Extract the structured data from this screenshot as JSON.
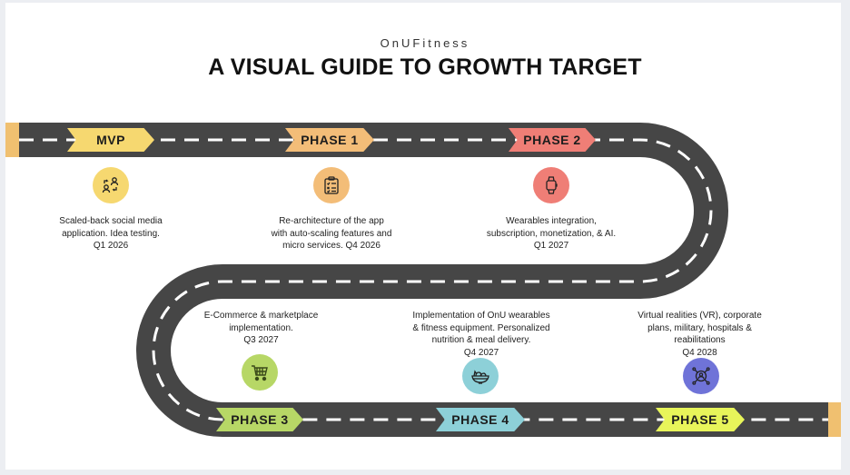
{
  "header": {
    "brand": "OnUFitness",
    "title": "A VISUAL GUIDE TO GROWTH TARGET"
  },
  "colors": {
    "road": "#464646",
    "dash": "#ffffff",
    "cap": "#f0c070",
    "page_bg": "#eceef2"
  },
  "milestones": [
    {
      "label": "MVP",
      "color": "#f6d870",
      "icon": "user-exchange-icon",
      "description_lines": [
        "Scaled-back social media",
        "application. Idea testing.",
        "Q1 2026"
      ]
    },
    {
      "label": "PHASE 1",
      "color": "#f3bd78",
      "icon": "clipboard-checklist-icon",
      "description_lines": [
        "Re-architecture of the app",
        "with auto-scaling features and",
        "micro services. Q4 2026"
      ]
    },
    {
      "label": "PHASE 2",
      "color": "#ef7e76",
      "icon": "smartwatch-icon",
      "description_lines": [
        "Wearables integration,",
        "subscription, monetization, & AI.",
        "Q1 2027"
      ]
    },
    {
      "label": "PHASE 3",
      "color": "#b7d766",
      "icon": "shopping-cart-icon",
      "description_lines": [
        "E-Commerce & marketplace",
        "implementation.",
        "Q3 2027"
      ]
    },
    {
      "label": "PHASE 4",
      "color": "#8dd0d8",
      "icon": "food-bowl-icon",
      "description_lines": [
        "Implementation of OnU wearables",
        "& fitness equipment. Personalized",
        "nutrition & meal delivery.",
        "Q4 2027"
      ]
    },
    {
      "label": "PHASE 5",
      "color": "#e8f55a",
      "icon": "network-user-icon",
      "description_lines": [
        "Virtual realities (VR), corporate",
        "plans, military, hospitals &",
        "reabilitations",
        "Q4 2028"
      ]
    }
  ]
}
